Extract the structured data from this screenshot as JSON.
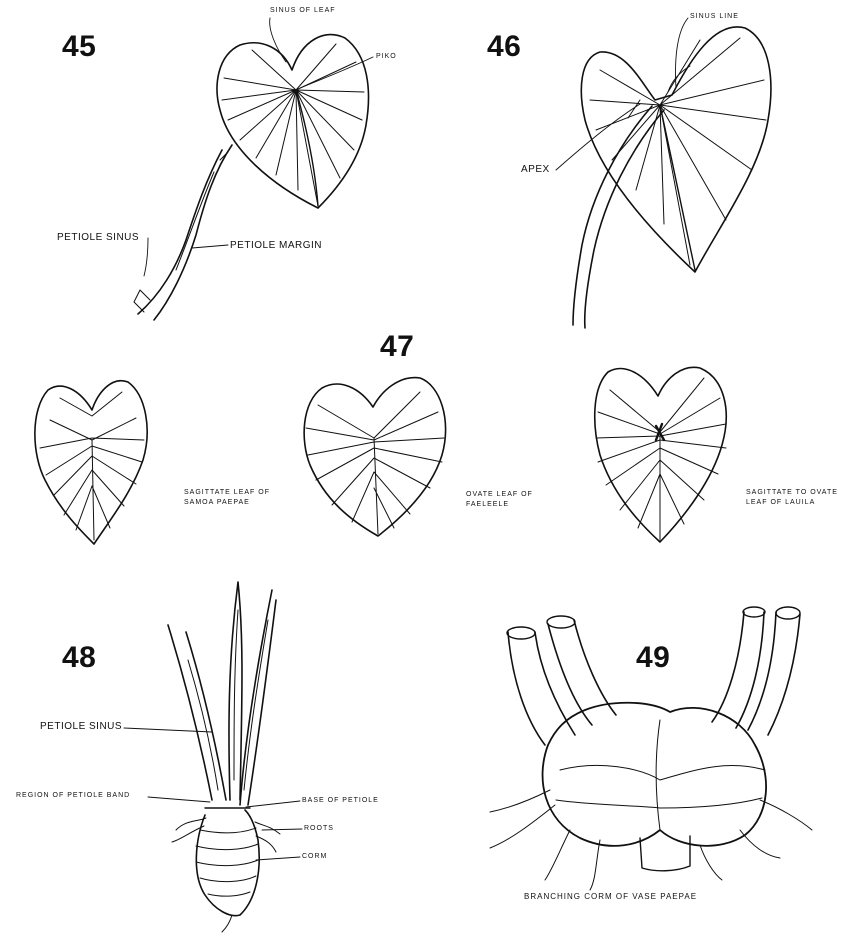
{
  "figures": {
    "fig45": {
      "number": "45",
      "labels": {
        "sinus_of_leaf": "SINUS OF LEAF",
        "piko": "PIKO",
        "petiole_sinus": "PETIOLE SINUS",
        "petiole_margin": "PETIOLE MARGIN"
      }
    },
    "fig46": {
      "number": "46",
      "labels": {
        "sinus_line": "SINUS LINE",
        "apex": "APEX"
      }
    },
    "fig47": {
      "number": "47",
      "captions": {
        "samoa": {
          "line1": "SAGITTATE LEAF OF",
          "line2": "SAMOA PAEPAE"
        },
        "faeleele": {
          "line1": "OVATE LEAF OF",
          "line2": "FAELEELE"
        },
        "lauila": {
          "line1": "SAGITTATE TO OVATE",
          "line2": "LEAF OF LAUILA"
        }
      }
    },
    "fig48": {
      "number": "48",
      "labels": {
        "petiole_sinus": "PETIOLE SINUS",
        "region_band": "REGION OF PETIOLE BAND",
        "base_of_petiole": "BASE OF PETIOLE",
        "roots": "ROOTS",
        "corm": "CORM"
      }
    },
    "fig49": {
      "number": "49",
      "caption": "BRANCHING CORM OF VASE PAEPAE"
    }
  }
}
